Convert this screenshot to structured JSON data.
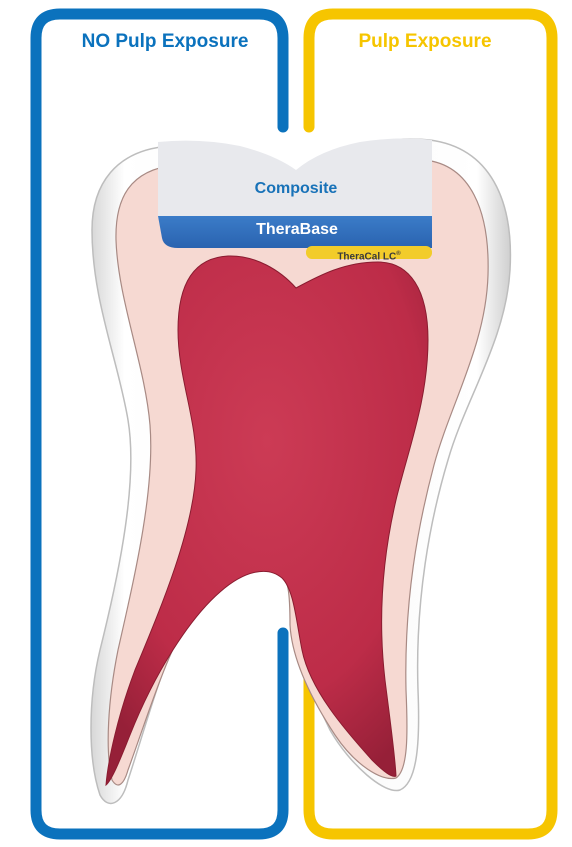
{
  "headings": {
    "left": "NO Pulp Exposure",
    "right": "Pulp Exposure"
  },
  "layers": {
    "composite": "Composite",
    "therabase": "TheraBase",
    "theracal": "TheraCal LC",
    "theracal_mark": "®"
  },
  "colors": {
    "left_frame": "#0b72bd",
    "right_frame": "#f6c500",
    "enamel": "#f4f4f4",
    "dentin": "#f6d9d2",
    "pulp": "#c0304a",
    "composite": "#e6e8ec",
    "therabase": "#2f6fbe",
    "theracal": "#f2cc2a"
  }
}
